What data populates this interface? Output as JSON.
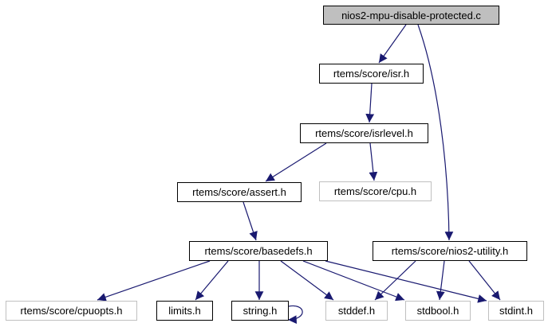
{
  "diagram": {
    "kind": "include-dependency-graph",
    "root_file": "nios2-mpu-disable-protected.c",
    "colors": {
      "edge": "#191970",
      "node_border": "#000000",
      "external_node_border": "#c0c0c0",
      "root_fill": "#bfbfbf",
      "background": "#ffffff"
    },
    "nodes": [
      {
        "id": "main",
        "label": "nios2-mpu-disable-protected.c",
        "style": "highlighted"
      },
      {
        "id": "isr",
        "label": "rtems/score/isr.h",
        "style": "normal"
      },
      {
        "id": "isrlevel",
        "label": "rtems/score/isrlevel.h",
        "style": "normal"
      },
      {
        "id": "cpu",
        "label": "rtems/score/cpu.h",
        "style": "external"
      },
      {
        "id": "assert",
        "label": "rtems/score/assert.h",
        "style": "normal"
      },
      {
        "id": "basedefs",
        "label": "rtems/score/basedefs.h",
        "style": "normal"
      },
      {
        "id": "nios2utility",
        "label": "rtems/score/nios2-utility.h",
        "style": "normal"
      },
      {
        "id": "cpuopts",
        "label": "rtems/score/cpuopts.h",
        "style": "external"
      },
      {
        "id": "limits",
        "label": "limits.h",
        "style": "normal"
      },
      {
        "id": "string",
        "label": "string.h",
        "style": "normal"
      },
      {
        "id": "stddef",
        "label": "stddef.h",
        "style": "external"
      },
      {
        "id": "stdbool",
        "label": "stdbool.h",
        "style": "external"
      },
      {
        "id": "stdint",
        "label": "stdint.h",
        "style": "external"
      }
    ],
    "edges": [
      {
        "from": "main",
        "to": "isr"
      },
      {
        "from": "main",
        "to": "nios2utility"
      },
      {
        "from": "isr",
        "to": "isrlevel"
      },
      {
        "from": "isrlevel",
        "to": "assert"
      },
      {
        "from": "isrlevel",
        "to": "cpu"
      },
      {
        "from": "assert",
        "to": "basedefs"
      },
      {
        "from": "basedefs",
        "to": "cpuopts"
      },
      {
        "from": "basedefs",
        "to": "limits"
      },
      {
        "from": "basedefs",
        "to": "string"
      },
      {
        "from": "basedefs",
        "to": "stddef"
      },
      {
        "from": "basedefs",
        "to": "stdbool"
      },
      {
        "from": "basedefs",
        "to": "stdint"
      },
      {
        "from": "nios2utility",
        "to": "stddef"
      },
      {
        "from": "nios2utility",
        "to": "stdbool"
      },
      {
        "from": "nios2utility",
        "to": "stdint"
      },
      {
        "from": "string",
        "to": "string"
      }
    ]
  }
}
